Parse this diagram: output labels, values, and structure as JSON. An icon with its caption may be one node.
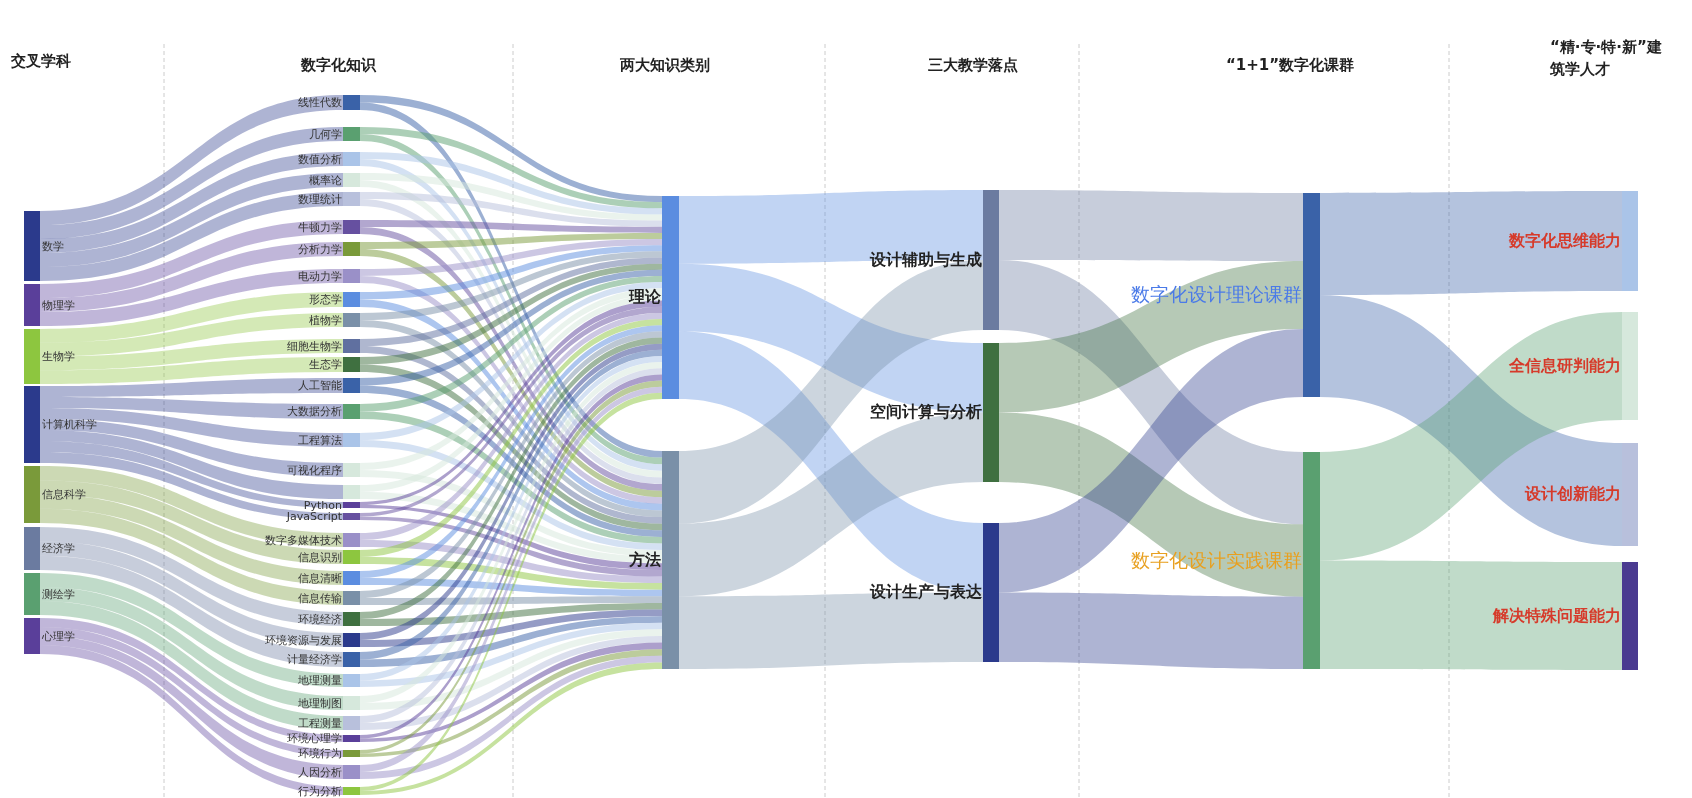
{
  "diagram": {
    "nodes": [
      {
        "text": [
          "数学"
        ]
      },
      {
        "text": [
          "物理学"
        ]
      },
      {
        "text": [
          "生物学"
        ]
      },
      {
        "text": [
          "计算机科学"
        ]
      },
      {
        "text": [
          "信息科学"
        ]
      },
      {
        "text": [
          "经济学"
        ]
      },
      {
        "text": [
          "测绘学"
        ]
      },
      {
        "text": [
          "心理学"
        ]
      },
      {
        "text": [
          "线性代数"
        ]
      },
      {
        "text": [
          "几何学"
        ]
      },
      {
        "text": [
          "数值分析"
        ]
      },
      {
        "text": [
          "概率论"
        ]
      },
      {
        "text": [
          "数理统计"
        ]
      },
      {
        "text": [
          "牛顿力学"
        ]
      },
      {
        "text": [
          "分析力学"
        ]
      },
      {
        "text": [
          "电动力学"
        ]
      },
      {
        "text": [
          "形态学"
        ]
      },
      {
        "text": [
          "植物学"
        ]
      },
      {
        "text": [
          "细胞生物学"
        ]
      },
      {
        "text": [
          "生态学"
        ]
      },
      {
        "text": [
          "人工智能"
        ]
      },
      {
        "text": [
          "大数据分析"
        ]
      },
      {
        "text": [
          "工程算法"
        ]
      },
      {
        "text": [
          "可视化程序"
        ]
      },
      {
        "text": [],
        "shape": "bar"
      },
      {
        "text": [
          "Python"
        ]
      },
      {
        "text": [
          "JavaScript"
        ]
      },
      {
        "text": [
          "数字多媒体技术"
        ]
      },
      {
        "text": [
          "信息识别"
        ]
      },
      {
        "text": [
          "信息清晰"
        ]
      },
      {
        "text": [
          "信息传输"
        ]
      },
      {
        "text": [
          "环境经济"
        ]
      },
      {
        "text": [
          "环境资源与发展"
        ]
      },
      {
        "text": [
          "计量经济学"
        ]
      },
      {
        "text": [
          "地理测量"
        ]
      },
      {
        "text": [
          "地理制图"
        ]
      },
      {
        "text": [
          "工程测量"
        ]
      },
      {
        "text": [
          "环境心理学"
        ]
      },
      {
        "text": [
          "环境行为"
        ]
      },
      {
        "text": [
          "人因分析"
        ]
      },
      {
        "text": [
          "行为分析"
        ]
      },
      {
        "text": [
          "理论"
        ]
      },
      {
        "text": [
          "方法"
        ]
      },
      {
        "text": [
          "设计辅助与生成"
        ]
      },
      {
        "text": [
          "空间计算与分析"
        ]
      },
      {
        "text": [
          "设计生产与表达"
        ]
      },
      {
        "text": [
          "数字化设计理论课群"
        ]
      },
      {
        "text": [
          "数字化设计实践课群"
        ]
      },
      {
        "text": [
          "数字化思维能力"
        ]
      },
      {
        "text": [
          "全信息研判能力"
        ]
      },
      {
        "text": [
          "设计创新能力"
        ]
      },
      {
        "text": [
          "解决特殊问题能力"
        ]
      }
    ],
    "edges": [
      {
        "from": 0,
        "to": 8,
        "arrow": "none"
      },
      {
        "from": 0,
        "to": 9,
        "arrow": "none"
      },
      {
        "from": 0,
        "to": 10,
        "arrow": "none"
      },
      {
        "from": 0,
        "to": 11,
        "arrow": "none"
      },
      {
        "from": 0,
        "to": 12,
        "arrow": "none"
      },
      {
        "from": 1,
        "to": 13,
        "arrow": "none"
      },
      {
        "from": 1,
        "to": 14,
        "arrow": "none"
      },
      {
        "from": 1,
        "to": 15,
        "arrow": "none"
      },
      {
        "from": 2,
        "to": 16,
        "arrow": "none"
      },
      {
        "from": 2,
        "to": 17,
        "arrow": "none"
      },
      {
        "from": 2,
        "to": 18,
        "arrow": "none"
      },
      {
        "from": 2,
        "to": 19,
        "arrow": "none"
      },
      {
        "from": 3,
        "to": 20,
        "arrow": "none"
      },
      {
        "from": 3,
        "to": 21,
        "arrow": "none"
      },
      {
        "from": 3,
        "to": 22,
        "arrow": "none"
      },
      {
        "from": 3,
        "to": 23,
        "arrow": "none"
      },
      {
        "from": 3,
        "to": 24,
        "arrow": "none"
      },
      {
        "from": 3,
        "to": 25,
        "arrow": "none"
      },
      {
        "from": 3,
        "to": 26,
        "arrow": "none"
      },
      {
        "from": 4,
        "to": 27,
        "arrow": "none"
      },
      {
        "from": 4,
        "to": 28,
        "arrow": "none"
      },
      {
        "from": 4,
        "to": 29,
        "arrow": "none"
      },
      {
        "from": 4,
        "to": 30,
        "arrow": "none"
      },
      {
        "from": 5,
        "to": 31,
        "arrow": "none"
      },
      {
        "from": 5,
        "to": 32,
        "arrow": "none"
      },
      {
        "from": 5,
        "to": 33,
        "arrow": "none"
      },
      {
        "from": 6,
        "to": 34,
        "arrow": "none"
      },
      {
        "from": 6,
        "to": 35,
        "arrow": "none"
      },
      {
        "from": 6,
        "to": 36,
        "arrow": "none"
      },
      {
        "from": 7,
        "to": 37,
        "arrow": "none"
      },
      {
        "from": 7,
        "to": 38,
        "arrow": "none"
      },
      {
        "from": 7,
        "to": 39,
        "arrow": "none"
      },
      {
        "from": 7,
        "to": 40,
        "arrow": "none"
      },
      {
        "from": 8,
        "to": 41,
        "arrow": "none"
      },
      {
        "from": 8,
        "to": 42,
        "arrow": "none"
      },
      {
        "from": 9,
        "to": 41,
        "arrow": "none"
      },
      {
        "from": 9,
        "to": 42,
        "arrow": "none"
      },
      {
        "from": 10,
        "to": 41,
        "arrow": "none"
      },
      {
        "from": 10,
        "to": 42,
        "arrow": "none"
      },
      {
        "from": 11,
        "to": 41,
        "arrow": "none"
      },
      {
        "from": 11,
        "to": 42,
        "arrow": "none"
      },
      {
        "from": 12,
        "to": 41,
        "arrow": "none"
      },
      {
        "from": 12,
        "to": 42,
        "arrow": "none"
      },
      {
        "from": 13,
        "to": 41,
        "arrow": "none"
      },
      {
        "from": 13,
        "to": 42,
        "arrow": "none"
      },
      {
        "from": 14,
        "to": 41,
        "arrow": "none"
      },
      {
        "from": 14,
        "to": 42,
        "arrow": "none"
      },
      {
        "from": 15,
        "to": 41,
        "arrow": "none"
      },
      {
        "from": 15,
        "to": 42,
        "arrow": "none"
      },
      {
        "from": 16,
        "to": 41,
        "arrow": "none"
      },
      {
        "from": 16,
        "to": 42,
        "arrow": "none"
      },
      {
        "from": 17,
        "to": 41,
        "arrow": "none"
      },
      {
        "from": 17,
        "to": 42,
        "arrow": "none"
      },
      {
        "from": 18,
        "to": 41,
        "arrow": "none"
      },
      {
        "from": 18,
        "to": 42,
        "arrow": "none"
      },
      {
        "from": 19,
        "to": 41,
        "arrow": "none"
      },
      {
        "from": 19,
        "to": 42,
        "arrow": "none"
      },
      {
        "from": 20,
        "to": 41,
        "arrow": "none"
      },
      {
        "from": 20,
        "to": 42,
        "arrow": "none"
      },
      {
        "from": 21,
        "to": 41,
        "arrow": "none"
      },
      {
        "from": 21,
        "to": 42,
        "arrow": "none"
      },
      {
        "from": 22,
        "to": 41,
        "arrow": "none"
      },
      {
        "from": 22,
        "to": 42,
        "arrow": "none"
      },
      {
        "from": 23,
        "to": 41,
        "arrow": "none"
      },
      {
        "from": 23,
        "to": 42,
        "arrow": "none"
      },
      {
        "from": 24,
        "to": 41,
        "arrow": "none"
      },
      {
        "from": 24,
        "to": 42,
        "arrow": "none"
      },
      {
        "from": 25,
        "to": 41,
        "arrow": "none"
      },
      {
        "from": 25,
        "to": 42,
        "arrow": "none"
      },
      {
        "from": 26,
        "to": 41,
        "arrow": "none"
      },
      {
        "from": 26,
        "to": 42,
        "arrow": "none"
      },
      {
        "from": 27,
        "to": 41,
        "arrow": "none"
      },
      {
        "from": 27,
        "to": 42,
        "arrow": "none"
      },
      {
        "from": 28,
        "to": 41,
        "arrow": "none"
      },
      {
        "from": 28,
        "to": 42,
        "arrow": "none"
      },
      {
        "from": 29,
        "to": 41,
        "arrow": "none"
      },
      {
        "from": 29,
        "to": 42,
        "arrow": "none"
      },
      {
        "from": 30,
        "to": 41,
        "arrow": "none"
      },
      {
        "from": 30,
        "to": 42,
        "arrow": "none"
      },
      {
        "from": 31,
        "to": 41,
        "arrow": "none"
      },
      {
        "from": 31,
        "to": 42,
        "arrow": "none"
      },
      {
        "from": 32,
        "to": 41,
        "arrow": "none"
      },
      {
        "from": 32,
        "to": 42,
        "arrow": "none"
      },
      {
        "from": 33,
        "to": 41,
        "arrow": "none"
      },
      {
        "from": 33,
        "to": 42,
        "arrow": "none"
      },
      {
        "from": 34,
        "to": 41,
        "arrow": "none"
      },
      {
        "from": 34,
        "to": 42,
        "arrow": "none"
      },
      {
        "from": 35,
        "to": 41,
        "arrow": "none"
      },
      {
        "from": 35,
        "to": 42,
        "arrow": "none"
      },
      {
        "from": 36,
        "to": 41,
        "arrow": "none"
      },
      {
        "from": 36,
        "to": 42,
        "arrow": "none"
      },
      {
        "from": 37,
        "to": 41,
        "arrow": "none"
      },
      {
        "from": 37,
        "to": 42,
        "arrow": "none"
      },
      {
        "from": 38,
        "to": 41,
        "arrow": "none"
      },
      {
        "from": 38,
        "to": 42,
        "arrow": "none"
      },
      {
        "from": 39,
        "to": 41,
        "arrow": "none"
      },
      {
        "from": 39,
        "to": 42,
        "arrow": "none"
      },
      {
        "from": 40,
        "to": 41,
        "arrow": "none"
      },
      {
        "from": 40,
        "to": 42,
        "arrow": "none"
      },
      {
        "from": 41,
        "to": 43,
        "arrow": "none"
      },
      {
        "from": 41,
        "to": 44,
        "arrow": "none"
      },
      {
        "from": 41,
        "to": 45,
        "arrow": "none"
      },
      {
        "from": 42,
        "to": 43,
        "arrow": "none"
      },
      {
        "from": 42,
        "to": 44,
        "arrow": "none"
      },
      {
        "from": 42,
        "to": 45,
        "arrow": "none"
      },
      {
        "from": 43,
        "to": 46,
        "arrow": "none"
      },
      {
        "from": 43,
        "to": 47,
        "arrow": "none"
      },
      {
        "from": 44,
        "to": 46,
        "arrow": "none"
      },
      {
        "from": 44,
        "to": 47,
        "arrow": "none"
      },
      {
        "from": 45,
        "to": 46,
        "arrow": "none"
      },
      {
        "from": 45,
        "to": 47,
        "arrow": "none"
      },
      {
        "from": 46,
        "to": 48,
        "arrow": "none"
      },
      {
        "from": 46,
        "to": 50,
        "arrow": "none"
      },
      {
        "from": 47,
        "to": 49,
        "arrow": "none"
      },
      {
        "from": 47,
        "to": 51,
        "arrow": "none"
      }
    ],
    "labels": [
      "交叉学科",
      "数字化知识",
      "两大知识类别",
      "三大教学落点",
      "“1+1”数字化课群",
      "“精·专·特·新”建筑学人才"
    ]
  }
}
